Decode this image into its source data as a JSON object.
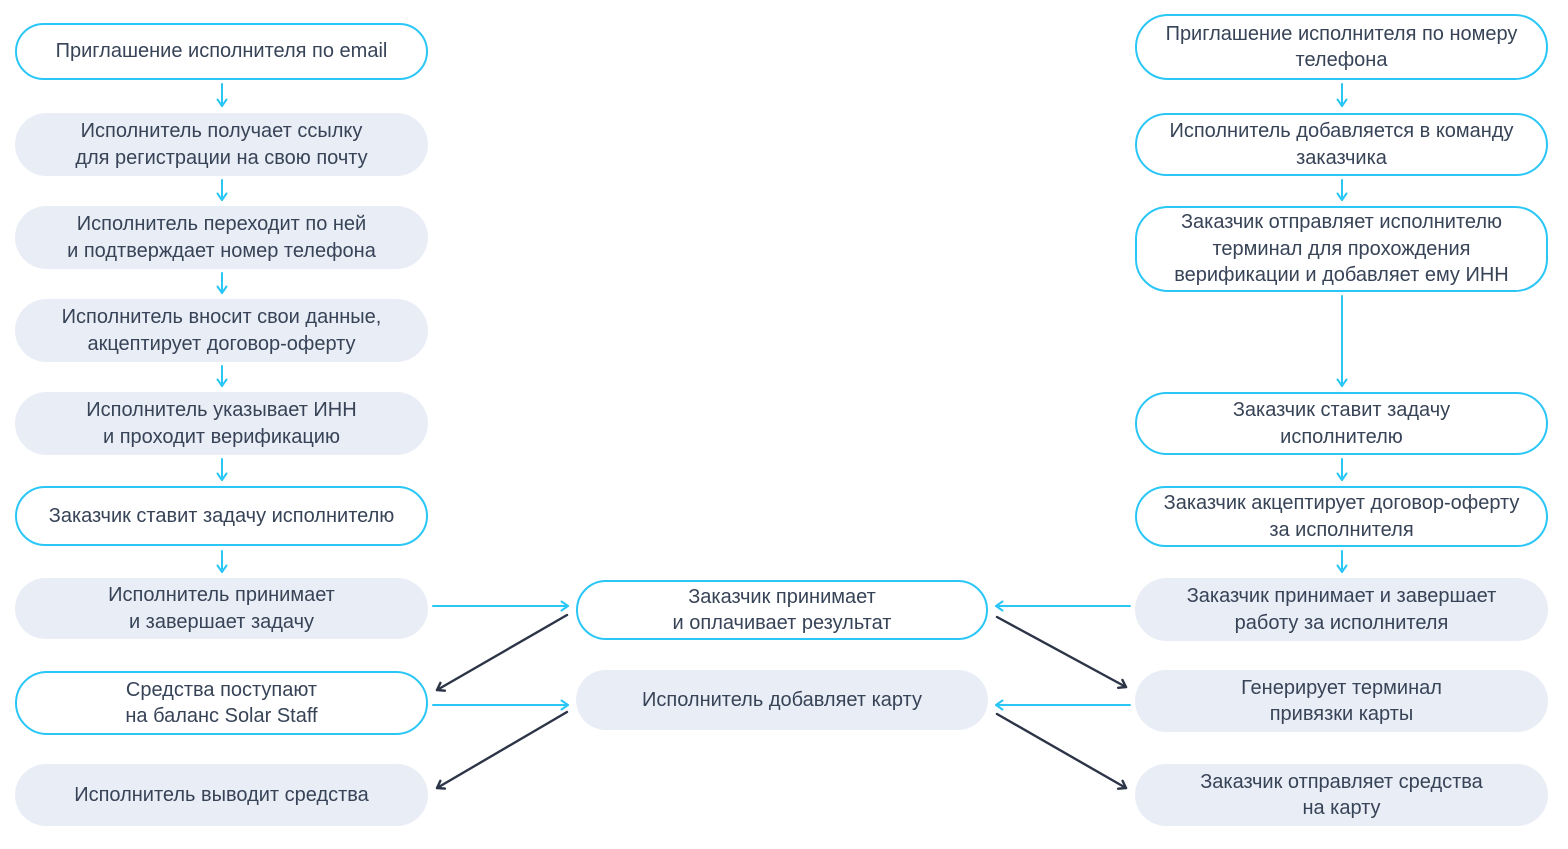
{
  "colors": {
    "accent_cyan": "#29c6f6",
    "dark_navy": "#2c3547",
    "box_fill": "#e9edf5",
    "text_color": "#374357",
    "background": "#ffffff"
  },
  "flowchart": {
    "left_column": {
      "steps": [
        {
          "label": "Приглашение исполнителя по email",
          "variant": "outlined"
        },
        {
          "label": "Исполнитель получает ссылку\nдля регистрации на свою почту",
          "variant": "filled"
        },
        {
          "label": "Исполнитель переходит по ней\nи подтверждает номер телефона",
          "variant": "filled"
        },
        {
          "label": "Исполнитель вносит свои данные,\nакцептирует договор-оферту",
          "variant": "filled"
        },
        {
          "label": "Исполнитель указывает ИНН\nи проходит верификацию",
          "variant": "filled"
        },
        {
          "label": "Заказчик ставит задачу исполнителю",
          "variant": "outlined"
        },
        {
          "label": "Исполнитель принимает\nи завершает задачу",
          "variant": "filled"
        },
        {
          "label": "Средства поступают\nна баланс Solar Staff",
          "variant": "outlined"
        },
        {
          "label": "Исполнитель выводит средства",
          "variant": "filled"
        }
      ]
    },
    "middle_column": {
      "steps": [
        {
          "label": "Заказчик принимает\nи оплачивает результат",
          "variant": "outlined"
        },
        {
          "label": "Исполнитель добавляет карту",
          "variant": "filled"
        }
      ]
    },
    "right_column": {
      "steps": [
        {
          "label": "Приглашение исполнителя по номеру\nтелефона",
          "variant": "outlined"
        },
        {
          "label": "Исполнитель добавляется в команду\nзаказчика",
          "variant": "outlined"
        },
        {
          "label": "Заказчик отправляет исполнителю\nтерминал для прохождения\nверификации и добавляет ему ИНН",
          "variant": "outlined"
        },
        {
          "label": "Заказчик ставит задачу\nисполнителю",
          "variant": "outlined"
        },
        {
          "label": "Заказчик акцептирует договор-оферту\nза исполнителя",
          "variant": "outlined"
        },
        {
          "label": "Заказчик принимает и завершает\nработу за исполнителя",
          "variant": "filled"
        },
        {
          "label": "Генерирует терминал\nпривязки карты",
          "variant": "filled"
        },
        {
          "label": "Заказчик отправляет средства\nна карту",
          "variant": "filled"
        }
      ]
    }
  }
}
